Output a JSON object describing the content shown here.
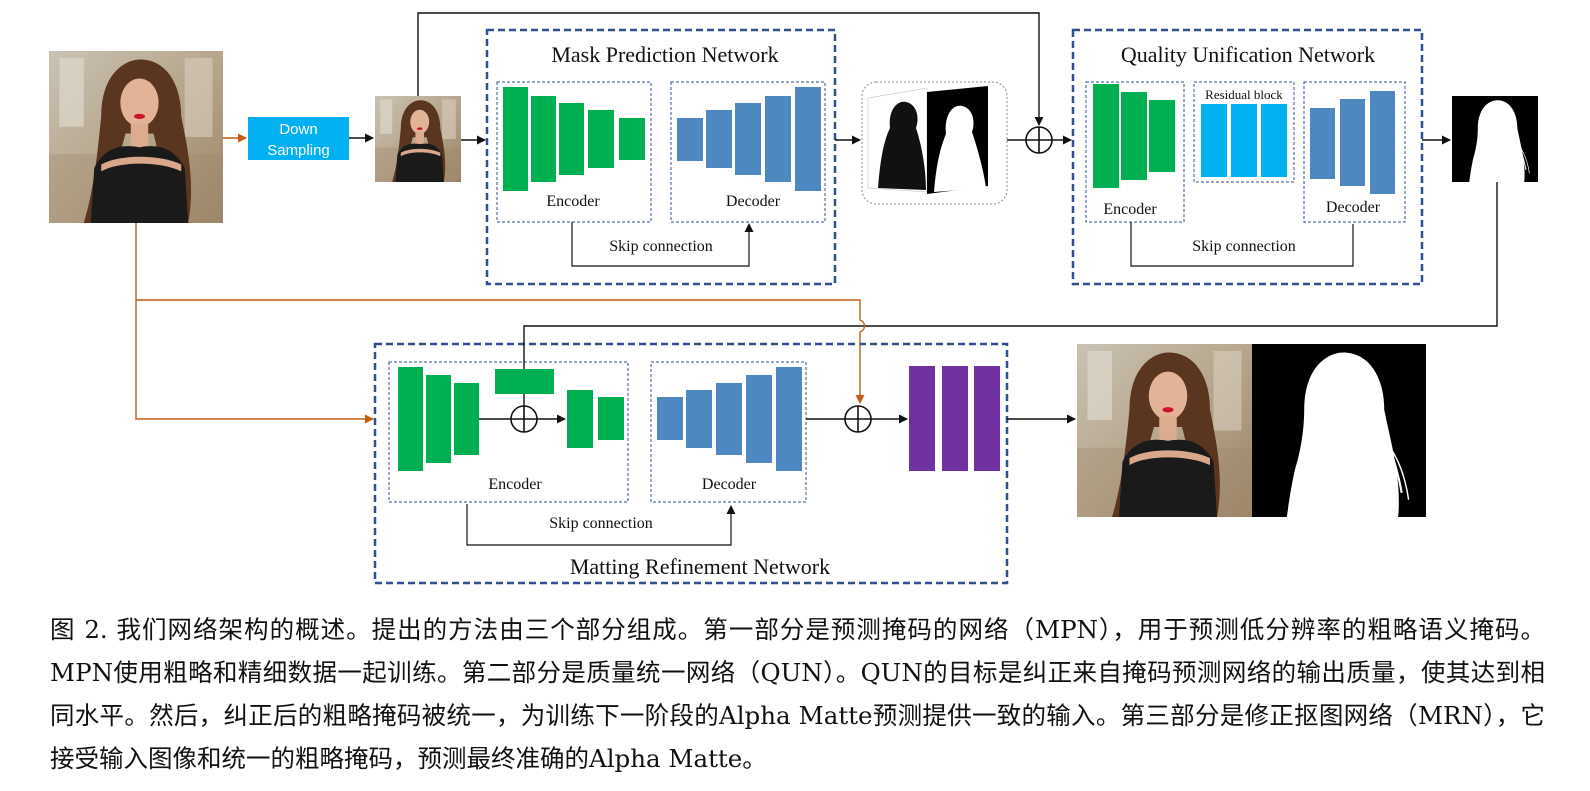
{
  "modules": {
    "mpn": {
      "title": "Mask Prediction Network",
      "encoder": "Encoder",
      "decoder": "Decoder",
      "skip": "Skip connection"
    },
    "qun": {
      "title": "Quality Unification Network",
      "encoder": "Encoder",
      "residual": "Residual block",
      "decoder": "Decoder",
      "skip": "Skip connection"
    },
    "mrn": {
      "title": "Matting Refinement Network",
      "encoder": "Encoder",
      "decoder": "Decoder",
      "skip": "Skip connection"
    }
  },
  "downsampling": {
    "line1": "Down",
    "line2": "Sampling"
  },
  "colors": {
    "encoder": "#00b050",
    "decoder": "#4f88c0",
    "residual": "#00b0f0",
    "refine": "#7030a0",
    "module_border": "#2f4f8f",
    "input_arrow": "#c55a11",
    "downsampling_bg": "#00b0f0"
  },
  "caption": "图 2. 我们网络架构的概述。提出的方法由三个部分组成。第一部分是预测掩码的网络（MPN），用于预测低分辨率的粗略语义掩码。MPN使用粗略和精细数据一起训练。第二部分是质量统一网络（QUN）。QUN的目标是纠正来自掩码预测网络的输出质量，使其达到相同水平。然后，纠正后的粗略掩码被统一，为训练下一阶段的Alpha Matte预测提供一致的输入。第三部分是修正抠图网络（MRN），它接受输入图像和统一的粗略掩码，预测最终准确的Alpha Matte。"
}
